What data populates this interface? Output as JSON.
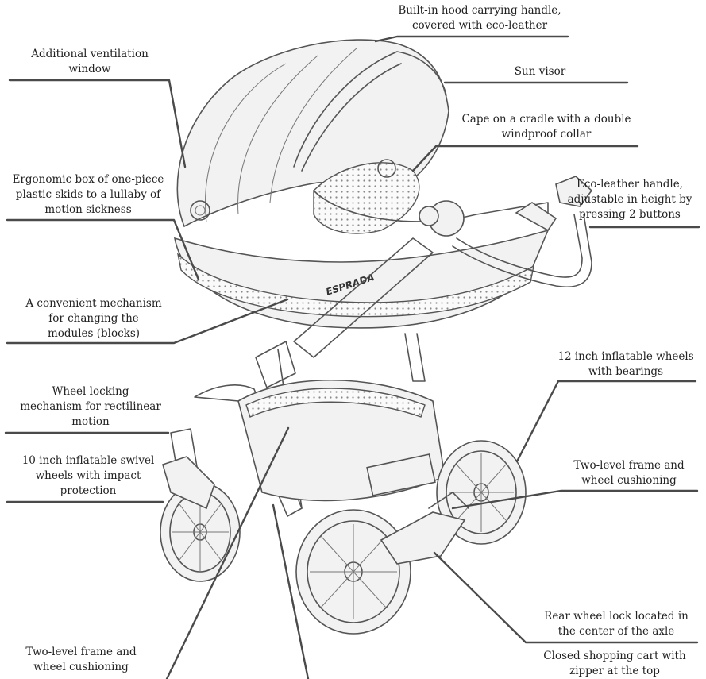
{
  "labels": {
    "hood_handle": {
      "line1": "Built-in hood carrying handle,",
      "line2": "covered with eco-leather"
    },
    "ventilation": {
      "line1": "Additional ventilation",
      "line2": "window"
    },
    "sun_visor": {
      "line1": "Sun visor"
    },
    "cape": {
      "line1": "Cape on a cradle with a double",
      "line2": "windproof collar"
    },
    "handle": {
      "line1": "Eco-leather handle,",
      "line2": "adjustable in height by",
      "line3": "pressing 2 buttons"
    },
    "ergonomic_box": {
      "line1": "Ergonomic box of one-piece",
      "line2": "plastic skids to a lullaby of",
      "line3": "motion sickness"
    },
    "mechanism": {
      "line1": "A convenient mechanism",
      "line2": "for changing the",
      "line3": "modules (blocks)"
    },
    "inflatable_12": {
      "line1": "12 inch inflatable wheels",
      "line2": "with bearings"
    },
    "wheel_locking": {
      "line1": "Wheel locking",
      "line2": "mechanism for rectilinear",
      "line3": "motion"
    },
    "swivel_10": {
      "line1": "10 inch inflatable swivel",
      "line2": "wheels with impact",
      "line3": "protection"
    },
    "frame_right": {
      "line1": "Two-level frame and",
      "line2": "wheel cushioning"
    },
    "rear_lock": {
      "line1": "Rear wheel lock located in",
      "line2": "the center of the axle"
    },
    "frame_left": {
      "line1": "Two-level frame and",
      "line2": "wheel cushioning"
    },
    "cart": {
      "line1": "Closed shopping cart with",
      "line2": "zipper at the top"
    }
  },
  "brand_text": "ESPRADA",
  "colors": {
    "leader": "#4a4a4a",
    "text": "#222222",
    "sketch": "#555555"
  }
}
